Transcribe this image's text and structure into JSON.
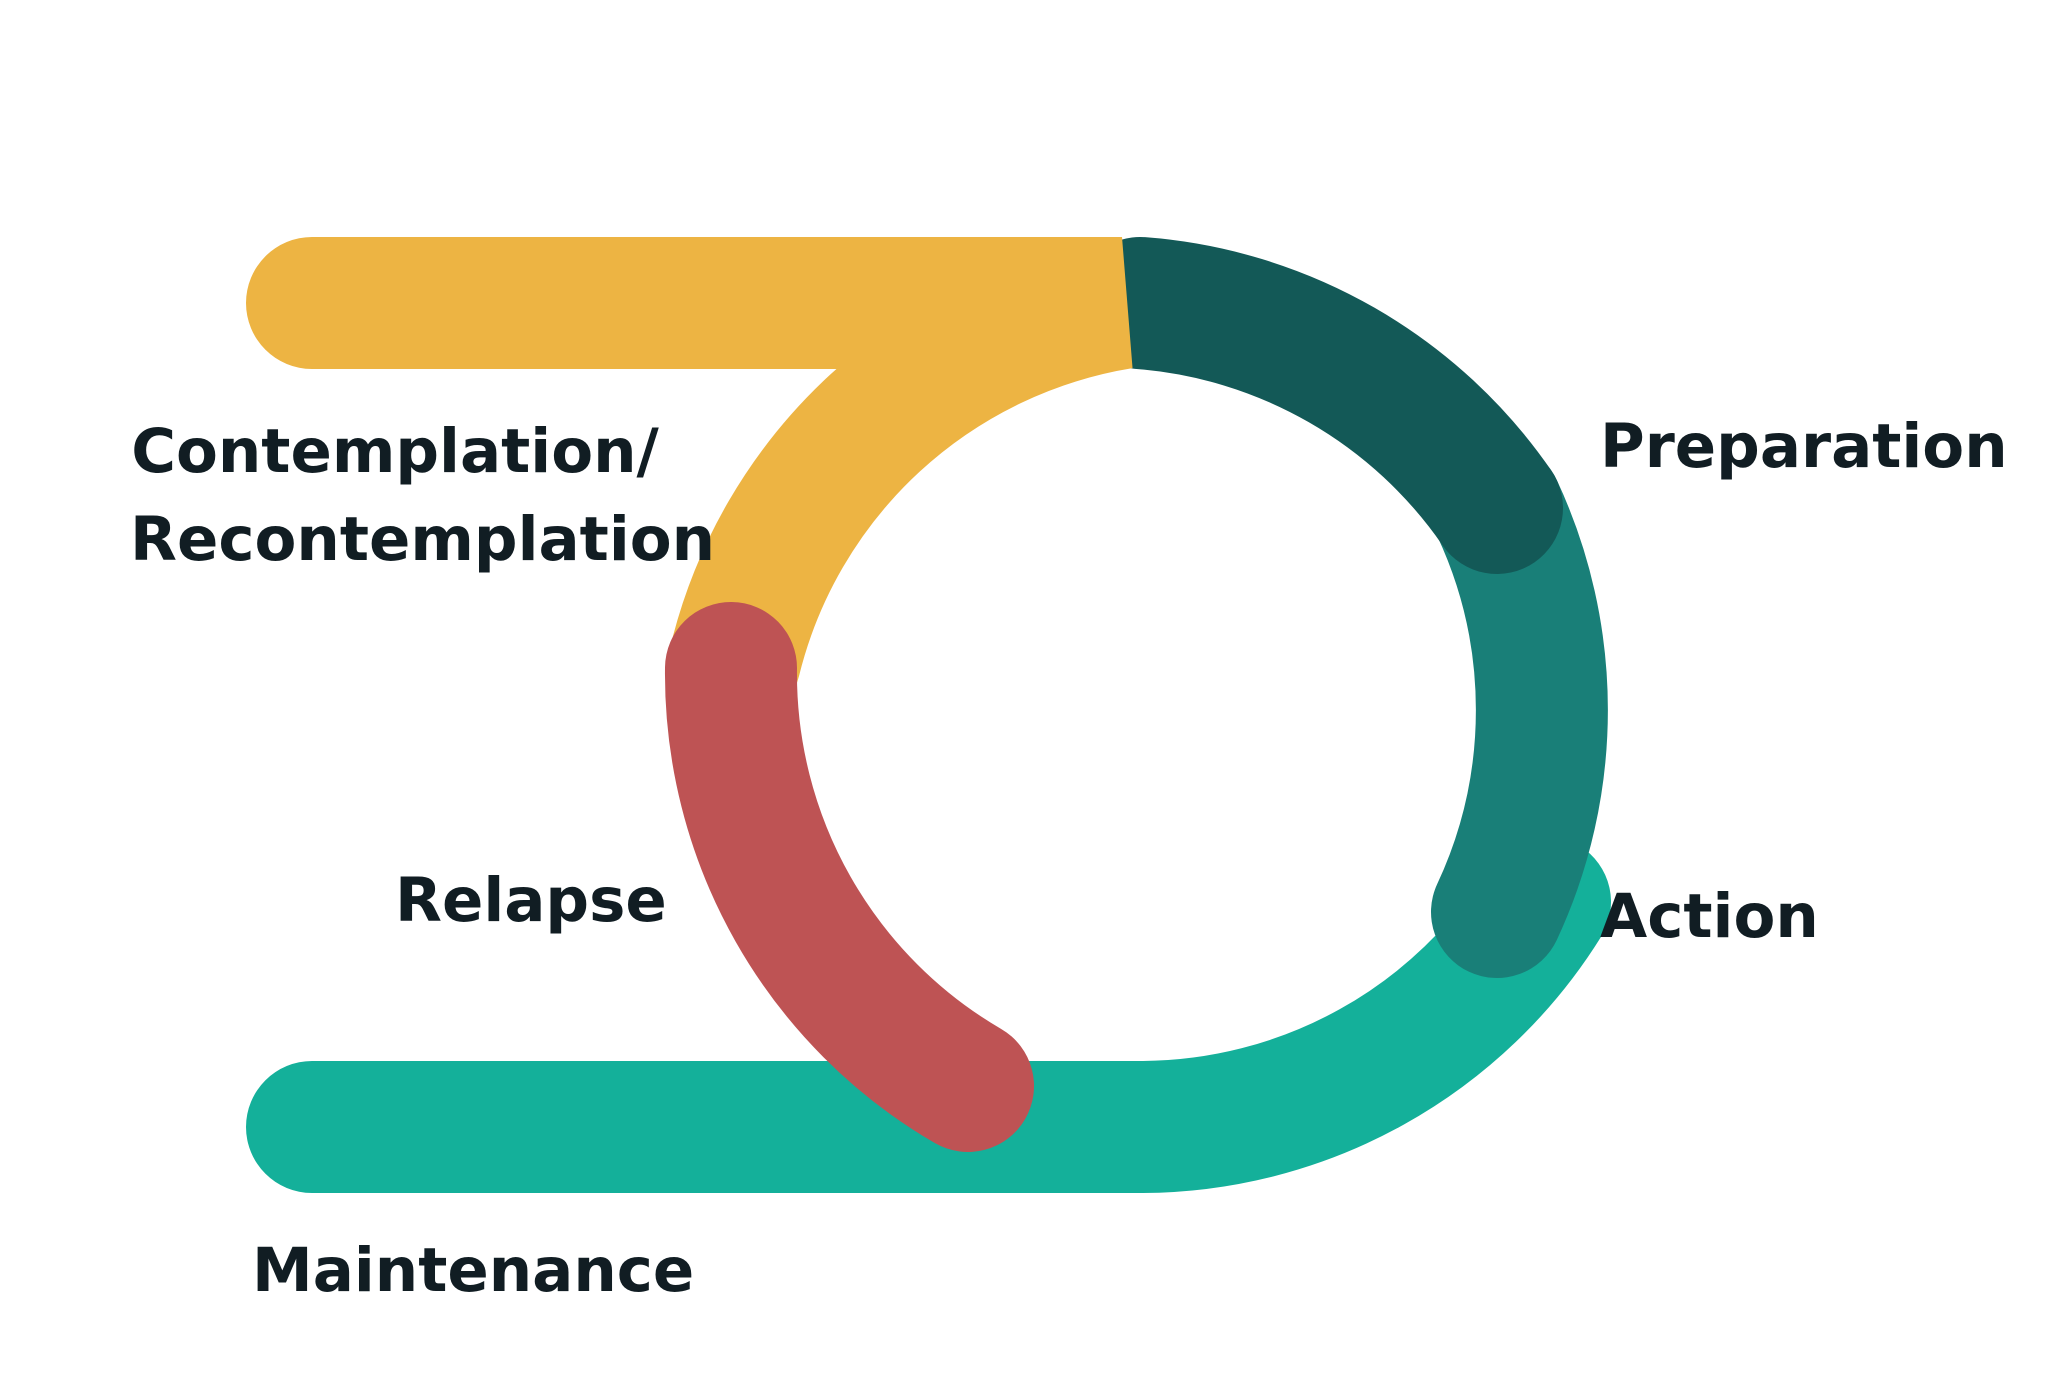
{
  "stages": {
    "contemplation": {
      "line1": "Contemplation/",
      "line2": "Recontemplation",
      "color": "#EDB443"
    },
    "preparation": {
      "label": "Preparation",
      "color": "#135957"
    },
    "action": {
      "label": "Action",
      "color": "#197F78"
    },
    "maintenance": {
      "label": "Maintenance",
      "color": "#14B09A"
    },
    "relapse": {
      "label": "Relapse",
      "color": "#BE5354"
    }
  },
  "text_color": "#111D23"
}
